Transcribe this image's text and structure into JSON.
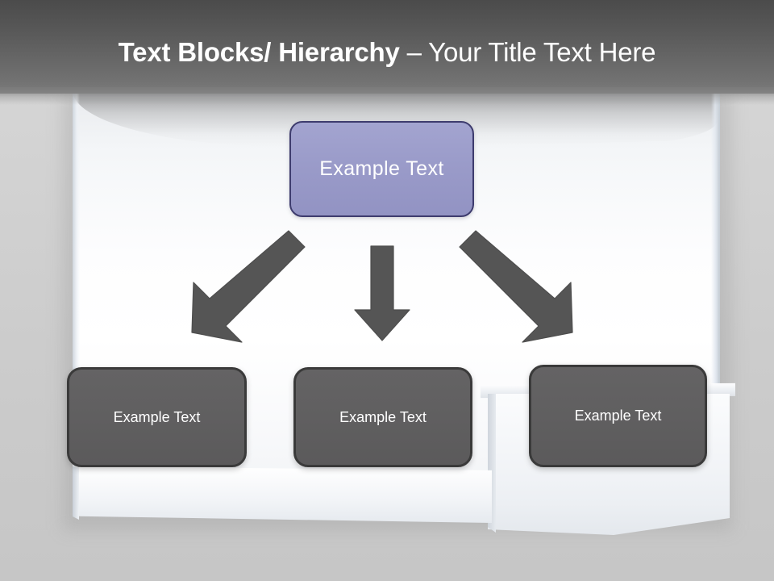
{
  "slide": {
    "header": {
      "title_bold": "Text Blocks/ Hierarchy",
      "title_separator": " – ",
      "title_light": "Your Title Text Here",
      "background_color": "#5c5c5c",
      "text_color": "#ffffff"
    },
    "diagram": {
      "type": "hierarchy",
      "root": {
        "label": "Example  Text",
        "fill_color": "#9a9bc9",
        "border_color": "#3e3c6e",
        "text_color": "#ffffff"
      },
      "children": [
        {
          "label": "Example Text",
          "fill_color": "#605f60",
          "border_color": "#3a3a3a",
          "text_color": "#ffffff"
        },
        {
          "label": "Example Text",
          "fill_color": "#605f60",
          "border_color": "#3a3a3a",
          "text_color": "#ffffff"
        },
        {
          "label": "Example Text",
          "fill_color": "#605f60",
          "border_color": "#3a3a3a",
          "text_color": "#ffffff"
        }
      ],
      "connectors": [
        {
          "name": "arrow-down-left",
          "direction": "down-left",
          "color": "#555555"
        },
        {
          "name": "arrow-down",
          "direction": "down",
          "color": "#555555"
        },
        {
          "name": "arrow-down-right",
          "direction": "down-right",
          "color": "#555555"
        }
      ]
    },
    "background": {
      "stage_color": "#ffffff",
      "canvas_color": "#cfcfcf"
    }
  }
}
